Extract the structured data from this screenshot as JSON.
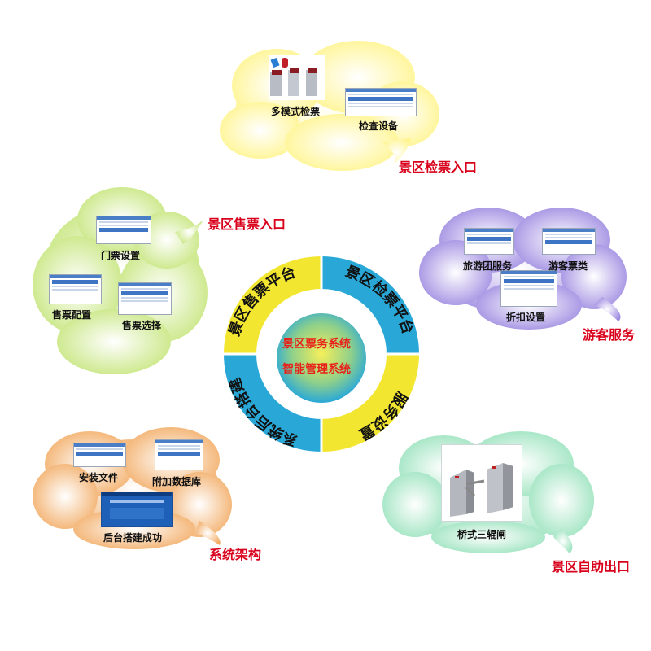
{
  "center": {
    "line1": "景区票务系统",
    "line2": "智能管理系统"
  },
  "ring": {
    "segments": [
      {
        "label": "景区售票平台",
        "color": "#f2e630"
      },
      {
        "label": "景区检票平台",
        "color": "#29a8d8"
      },
      {
        "label": "服务设置",
        "color": "#f2e630"
      },
      {
        "label": "系统后台搭建",
        "color": "#29a8d8"
      }
    ]
  },
  "clouds": {
    "ticket_check_entrance": {
      "title": "景区检票入口",
      "items": [
        "多模式检票",
        "检查设备"
      ],
      "color": "#fff8a0"
    },
    "ticket_sales_entrance": {
      "title": "景区售票入口",
      "items": [
        "门票设置",
        "售票配置",
        "售票选择"
      ],
      "color": "#cde88a"
    },
    "tourist_service": {
      "title": "游客服务",
      "items": [
        "旅游团服务",
        "游客票类",
        "折扣设置"
      ],
      "color": "#a99ae6"
    },
    "system_architecture": {
      "title": "系统架构",
      "items": [
        "安装文件",
        "附加数据库",
        "后台搭建成功"
      ],
      "color": "#f4b878"
    },
    "self_service_exit": {
      "title": "景区自助出口",
      "items": [
        "桥式三辊闸"
      ],
      "color": "#a8e8c8"
    }
  }
}
